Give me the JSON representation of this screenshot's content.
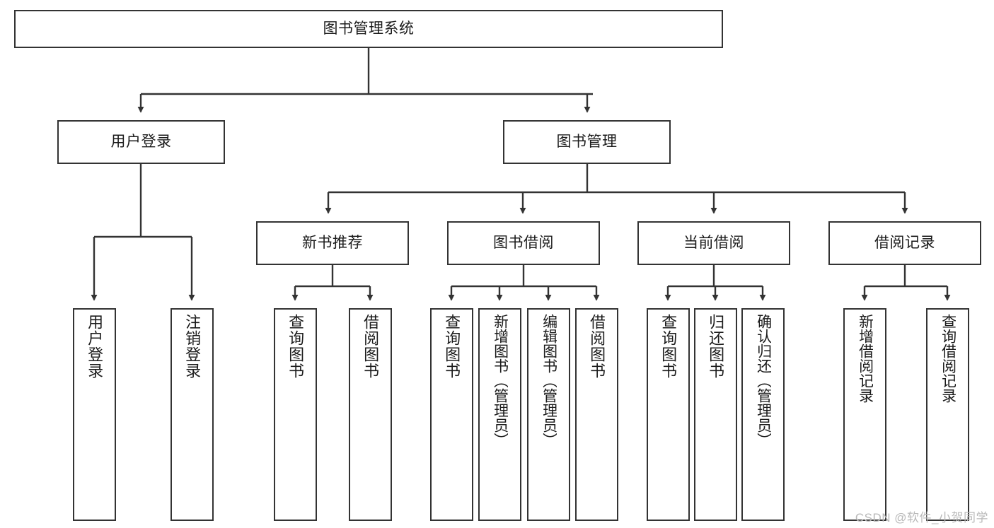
{
  "diagram": {
    "title": "图书管理系统",
    "type": "tree",
    "colors": {
      "box_border": "#333333",
      "box_fill": "#ffffff",
      "edge": "#333333",
      "text": "#1b1b1b",
      "watermark": "#b9b9b9",
      "background": "#ffffff"
    },
    "root": {
      "id": "root",
      "label": "图书管理系统"
    },
    "level2": [
      {
        "id": "user-login",
        "label": "用户登录"
      },
      {
        "id": "book-manage",
        "label": "图书管理"
      }
    ],
    "level3": [
      {
        "id": "new-book-recommend",
        "label": "新书推荐",
        "parent": "book-manage"
      },
      {
        "id": "book-borrow",
        "label": "图书借阅",
        "parent": "book-manage"
      },
      {
        "id": "current-borrow",
        "label": "当前借阅",
        "parent": "book-manage"
      },
      {
        "id": "borrow-record",
        "label": "借阅记录",
        "parent": "book-manage"
      }
    ],
    "leaves": [
      {
        "id": "leaf-user-login",
        "label": "用户登录",
        "parent": "user-login"
      },
      {
        "id": "leaf-user-logout",
        "label": "注销登录",
        "parent": "user-login"
      },
      {
        "id": "leaf-query-book-1",
        "label": "查询图书",
        "parent": "new-book-recommend"
      },
      {
        "id": "leaf-borrow-book-1",
        "label": "借阅图书",
        "parent": "new-book-recommend"
      },
      {
        "id": "leaf-query-book-2",
        "label": "查询图书",
        "parent": "book-borrow"
      },
      {
        "id": "leaf-add-book",
        "label": "新增图书（管理员）",
        "parent": "book-borrow"
      },
      {
        "id": "leaf-edit-book",
        "label": "编辑图书（管理员）",
        "parent": "book-borrow"
      },
      {
        "id": "leaf-borrow-book-2",
        "label": "借阅图书",
        "parent": "book-borrow"
      },
      {
        "id": "leaf-query-book-3",
        "label": "查询图书",
        "parent": "current-borrow"
      },
      {
        "id": "leaf-return-book",
        "label": "归还图书",
        "parent": "current-borrow"
      },
      {
        "id": "leaf-confirm-return",
        "label": "确认归还（管理员）",
        "parent": "current-borrow"
      },
      {
        "id": "leaf-add-record",
        "label": "新增借阅记录",
        "parent": "borrow-record"
      },
      {
        "id": "leaf-query-record",
        "label": "查询借阅记录",
        "parent": "borrow-record"
      }
    ],
    "watermark": "CSDN @软件_小贺同学"
  }
}
